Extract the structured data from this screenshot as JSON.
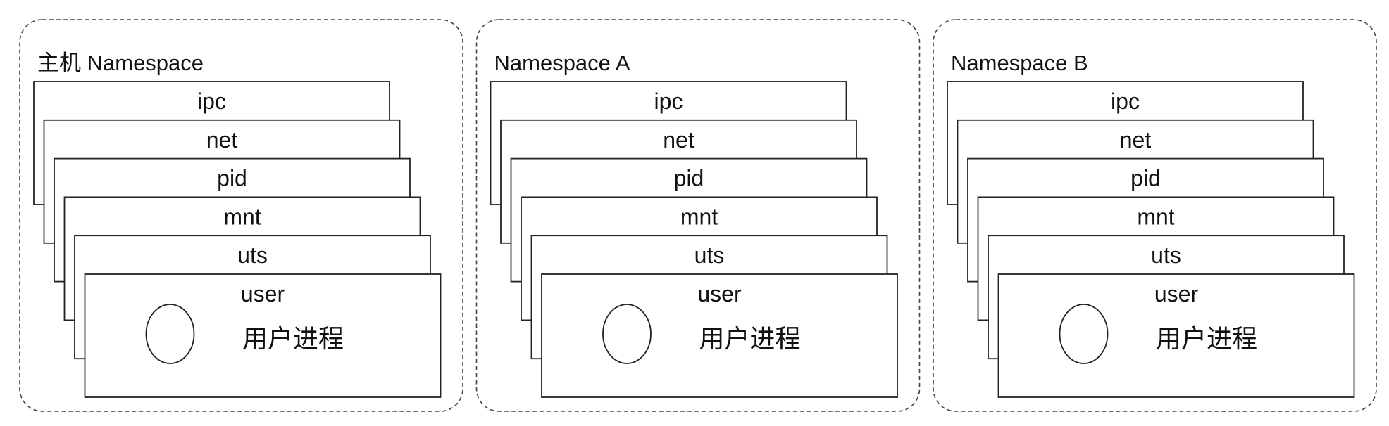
{
  "panels": [
    {
      "title": "主机 Namespace",
      "layers": [
        "ipc",
        "net",
        "pid",
        "mnt",
        "uts",
        "user"
      ],
      "process_label": "用户进程"
    },
    {
      "title": "Namespace A",
      "layers": [
        "ipc",
        "net",
        "pid",
        "mnt",
        "uts",
        "user"
      ],
      "process_label": "用户进程"
    },
    {
      "title": "Namespace B",
      "layers": [
        "ipc",
        "net",
        "pid",
        "mnt",
        "uts",
        "user"
      ],
      "process_label": "用户进程"
    }
  ],
  "colors": {
    "stroke": "#222222",
    "dashed_border": "#444444",
    "background": "#ffffff"
  }
}
